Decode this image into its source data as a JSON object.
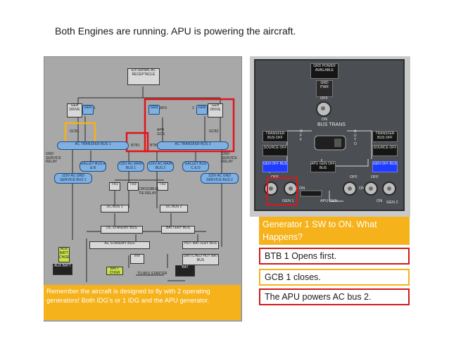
{
  "slide": {
    "title": "Both Engines are running. APU is powering the aircraft."
  },
  "schematic": {
    "labels": {
      "external_ac": "EXTERNAL AC RECEPTACLE",
      "gen_drive_1": "GEN DRIVE",
      "gen_1": "GEN",
      "num_1": "1",
      "apu_gen": "GEN",
      "apu": "APU",
      "num_2": "2",
      "gen_2": "GEN",
      "gen_drive_2": "GEN DRIVE",
      "gcb1": "GCB1",
      "apu_gcb": "APU GCB",
      "gcb2": "GCB2",
      "ac_transfer_bus_1": "AC TRANSFER BUS 1",
      "btb1": "BTB1",
      "btb2": "BTB2",
      "ac_transfer_bus_2": "AC TRANSFER BUS 2",
      "gnd_service_relay_left": "GND SERVICE RELAY",
      "gnd_service_relay_right": "GND SERVICE RELAY",
      "galley_bus_ab": "GALLEY BUS A & B",
      "main_bus_1": "115V AC MAIN BUS 1",
      "main_bus_2": "115V AC MAIN BUS 2",
      "galley_bus_cd": "GALLEY BUS C & D",
      "gnd_service_bus_1": "115V AC GND SERVICE BUS 1",
      "gnd_service_bus_2": "115V AC GND SERVICE BUS 2",
      "tr1": "TR1",
      "tr3": "TR3",
      "tr2": "TR2",
      "crossbus": "CROSSBUS TIE RELAY",
      "dc_bus_1": "DC BUS 1",
      "dc_bus_2": "DC BUS 2",
      "dc_standby_bus": "DC STANDBY BUS",
      "battery_bus": "BATTERY BUS",
      "ac_standby_bus": "AC STANDBY BUS",
      "hot_battery_bus": "HOT BATTERY BUS",
      "switched_hot_bat_bus": "SWITCHED HOT BAT BUS",
      "inv": "INV",
      "aux_batt_charger": "AUX BATT CHGR",
      "batt_chgr": "BATT CHGR",
      "to_apu_starter": "TO APU STARTER",
      "aux_batt": "AUX BATT",
      "bat": "BAT"
    }
  },
  "note": {
    "text": "Remember the aircraft is designed to fly with 2 operating generators! Both IDG’s or 1 IDG and the APU generator."
  },
  "panel": {
    "grd_power_available": "GRD POWER AVAILABLE",
    "grd_pwr": "GRD PWR",
    "off_label": "OFF",
    "on_label": "ON",
    "bus_trans": "BUS TRANS",
    "off_vertical": "OFF",
    "auto_vertical": "AUTO",
    "transfer_bus_off_left": "TRANSFER BUS OFF",
    "source_off_left": "SOURCE OFF",
    "gen_off_bus_left": "GEN OFF BUS",
    "apu_gen_off_bus": "APU GEN OFF BUS",
    "transfer_bus_off_right": "TRANSFER BUS OFF",
    "source_off_right": "SOURCE OFF",
    "gen_off_bus_right": "GEN OFF BUS",
    "knob_off_1": "OFF",
    "knob_on_1": "ON",
    "knob_off_2": "OFF",
    "knob_on_2": "ON",
    "knob_off_3": "OFF",
    "knob_on_3": "ON",
    "gen_1": "GEN 1",
    "apu_gen": "APU GEN",
    "gen_2": "GEN 2"
  },
  "questions": {
    "prompt": "Generator 1 SW to ON. What Happens?",
    "answers": [
      "BTB 1 Opens first.",
      "GCB 1 closes.",
      "The APU powers AC bus 2."
    ]
  },
  "colors": {
    "accent_orange": "#f5b21b",
    "highlight_red": "#d01a1a",
    "bus_blue": "#7fb0e0"
  }
}
